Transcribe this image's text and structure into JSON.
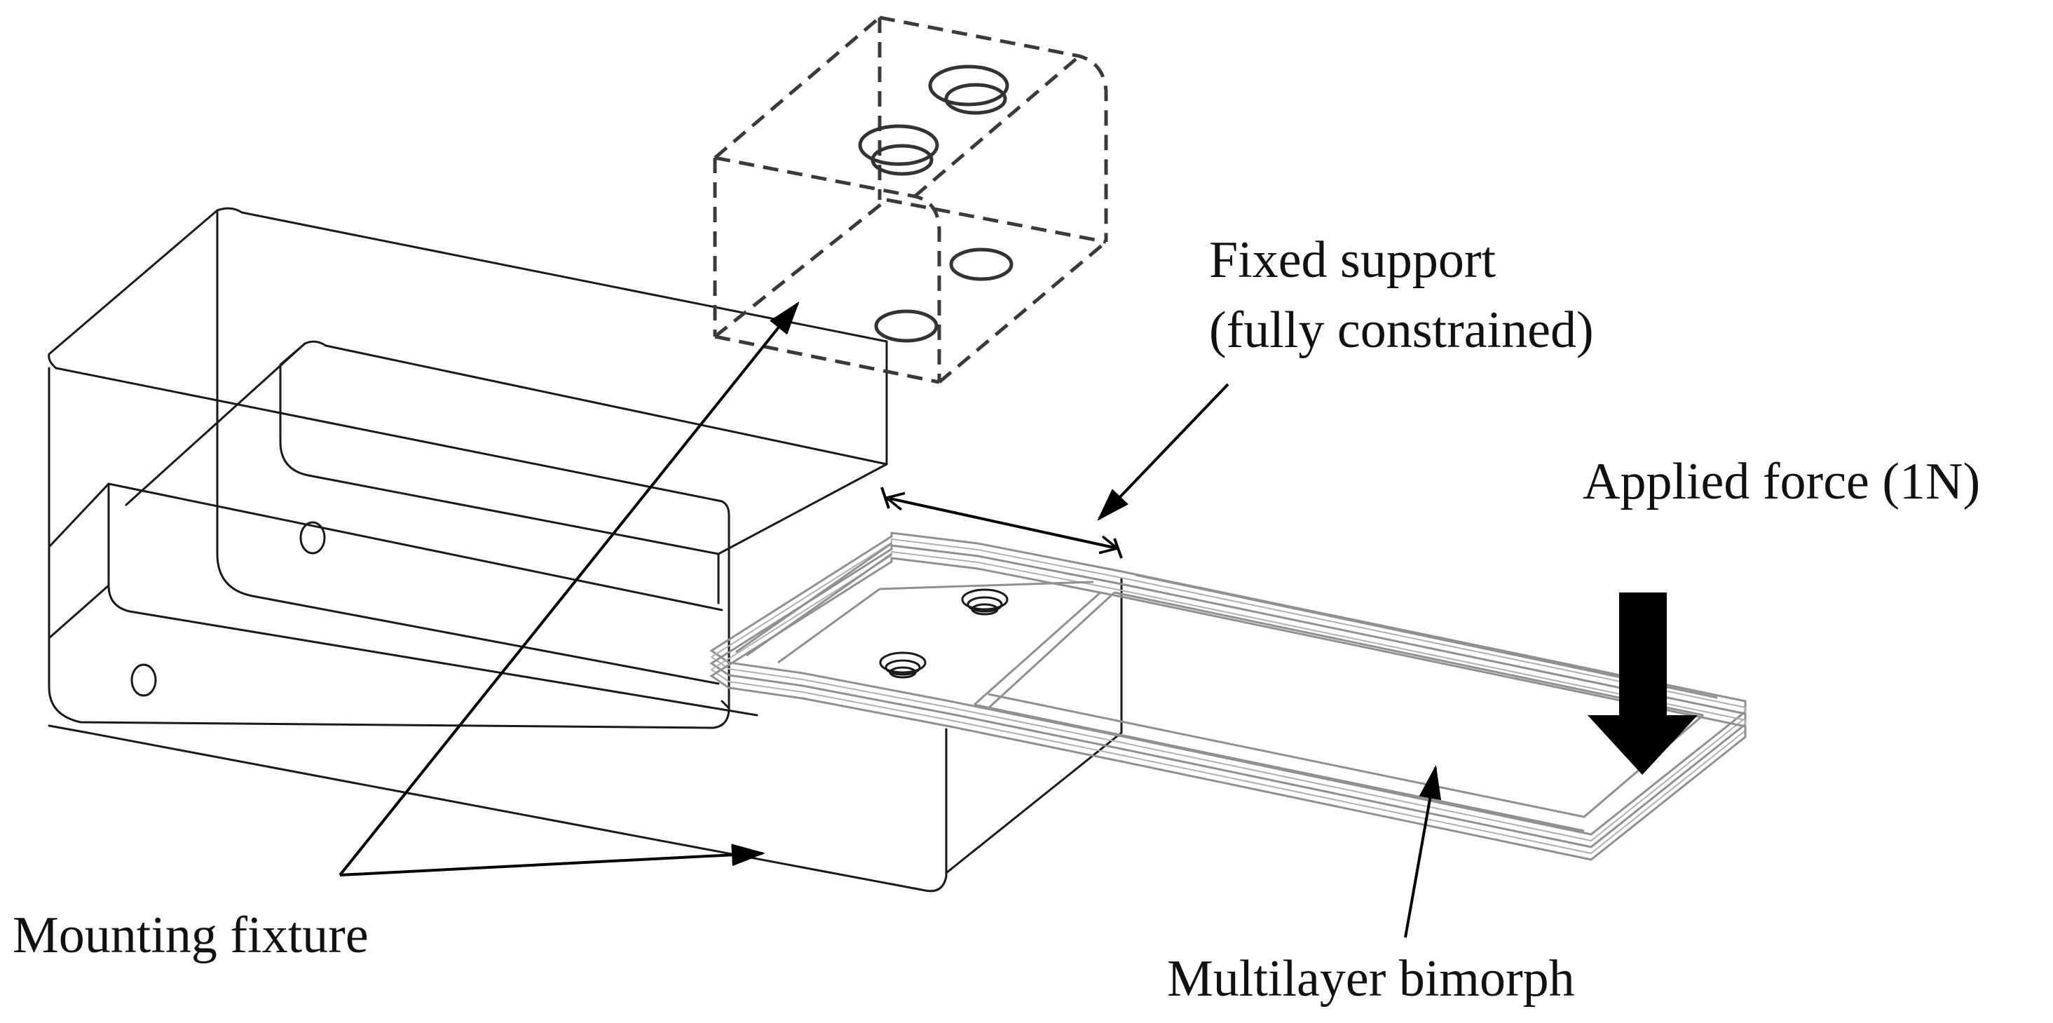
{
  "labels": {
    "fixed_support_line1": "Fixed support",
    "fixed_support_line2": "(fully constrained)",
    "applied_force": "Applied force (1N)",
    "mounting_fixture": "Mounting fixture",
    "multilayer_bimorph": "Multilayer bimorph"
  },
  "colors": {
    "line": "#1a1a1a",
    "dashed_block": "#3a3a3a",
    "bimorph_layers": "#909090",
    "arrow": "#000000",
    "background": "#ffffff"
  }
}
